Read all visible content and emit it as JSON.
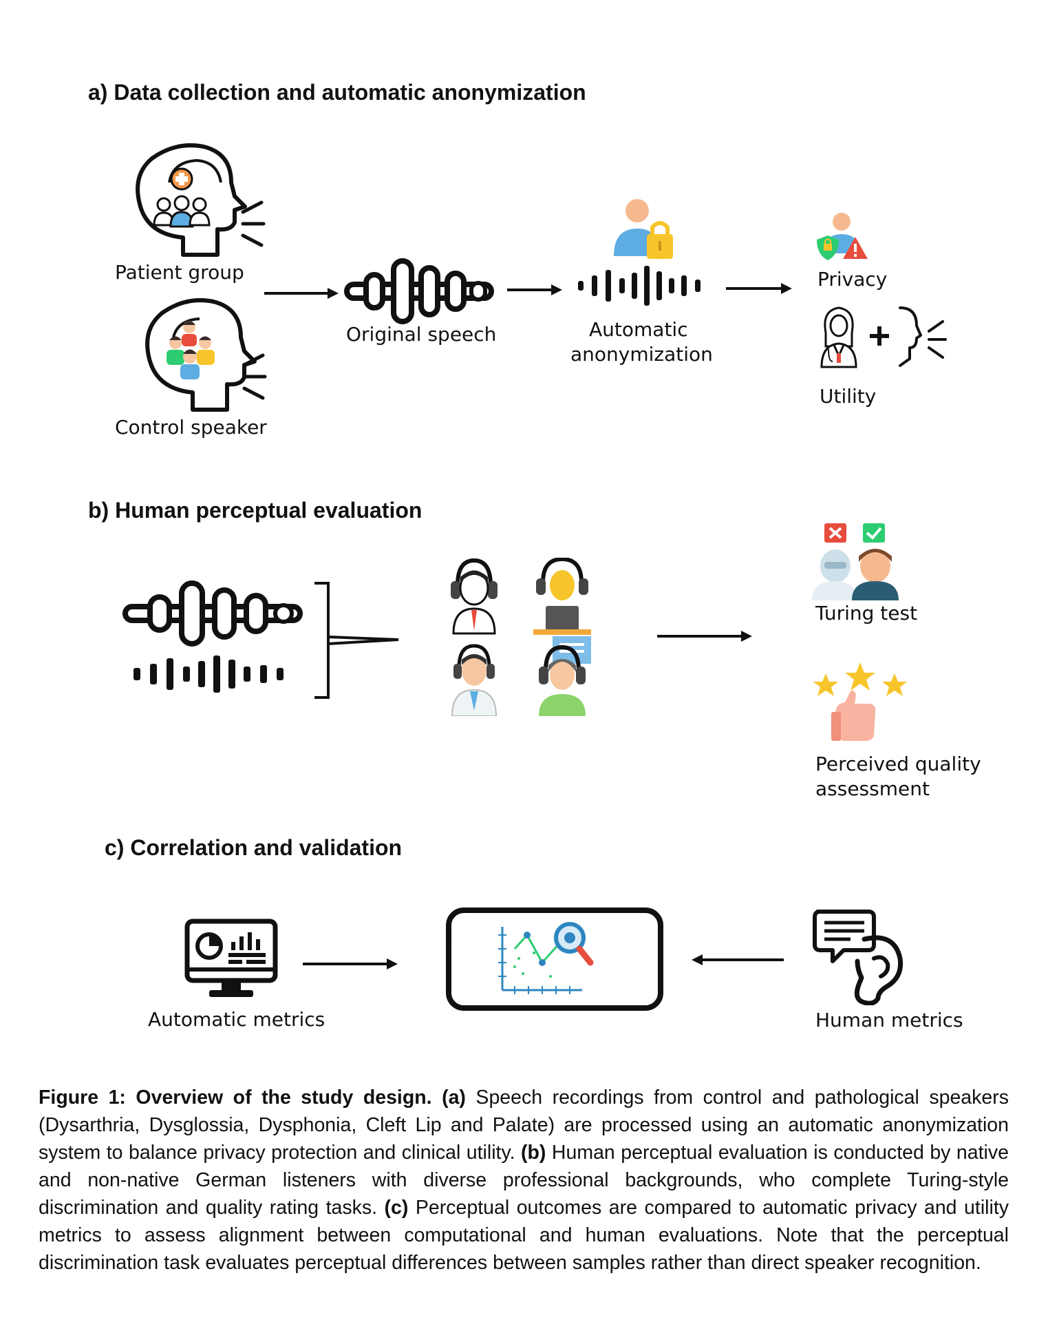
{
  "sections": {
    "a": {
      "letter": "a)",
      "title": "Data collection and automatic anonymization"
    },
    "b": {
      "letter": "b)",
      "title": "Human perceptual evaluation"
    },
    "c": {
      "letter": "c)",
      "title": "Correlation and validation"
    }
  },
  "labels": {
    "patient_group": "Patient group",
    "control_speaker": "Control speaker",
    "original_speech": "Original speech",
    "automatic_anonymization_1": "Automatic",
    "automatic_anonymization_2": "anonymization",
    "privacy": "Privacy",
    "utility": "Utility",
    "turing_test": "Turing test",
    "perceived_quality_1": "Perceived quality",
    "perceived_quality_2": "assessment",
    "automatic_metrics": "Automatic metrics",
    "human_metrics": "Human metrics"
  },
  "caption": {
    "figure_label": "Figure 1: Overview of the study design.",
    "part_a_tag": "(a)",
    "part_a_text": " Speech recordings from control and pathological speakers (Dysarthria, Dysglossia, Dysphonia, Cleft Lip and Palate) are processed using an automatic anonymization system to balance privacy protection and clinical utility. ",
    "part_b_tag": "(b)",
    "part_b_text": " Human perceptual evaluation is conducted by native and non-native German listeners with diverse professional backgrounds, who complete Turing-style discrimination and quality rating tasks. ",
    "part_c_tag": "(c)",
    "part_c_text": " Perceptual outcomes are compared to automatic privacy and utility metrics to assess alignment between computational and human evaluations. Note that the perceptual discrimination task evaluates perceptual differences between samples rather than direct speaker recognition."
  },
  "icons": {
    "patient_head": "head-with-group-icon",
    "control_head": "head-with-people-icon",
    "original_wave": "speech-waveform-icon",
    "anon_wave": "anonymized-waveform-icon",
    "anon_user": "user-lock-icon",
    "privacy": "privacy-shield-icon",
    "utility_doctor": "doctor-icon",
    "utility_speaking": "speaking-head-icon",
    "listeners": "listeners-with-headphones-icon",
    "turing": "turing-test-icon",
    "stars": "rating-stars-icon",
    "monitor": "monitor-dashboard-icon",
    "analysis": "analysis-chart-icon",
    "ear_chat": "ear-speech-bubble-icon"
  },
  "colors": {
    "text": "#111111",
    "orange": "#f2994a",
    "blue": "#5dade2",
    "skin": "#f6c7a0",
    "gold": "#f7c52b",
    "red": "#e74c3c",
    "green": "#2ecc71"
  }
}
